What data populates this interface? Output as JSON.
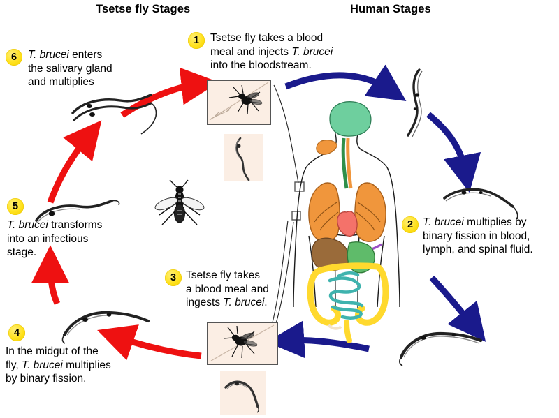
{
  "headers": {
    "tsetse": "Tsetse fly Stages",
    "human": "Human Stages"
  },
  "colors": {
    "badge_yellow": "#ffe11c",
    "fly_arrow_red": "#ee1111",
    "human_arrow_blue": "#1a1a8c",
    "photo_bg": "#fbeee4",
    "brain_green": "#6ecf9e",
    "lung_orange": "#f0963c",
    "heart_red": "#f4726a",
    "liver_brown": "#9a6b3a",
    "stomach_green": "#5fbb6a",
    "intestine_yellow": "#ffd92e",
    "intestine_teal": "#3fb3ae",
    "pancreas_purple": "#9b4fc4"
  },
  "steps": [
    {
      "number": "1",
      "side": "human",
      "lines": [
        [
          {
            "t": "Tsetse fly takes a blood",
            "i": false
          }
        ],
        [
          {
            "t": "meal and injects ",
            "i": false
          },
          {
            "t": "T. brucei",
            "i": true
          }
        ],
        [
          {
            "t": "into the bloodstream.",
            "i": false
          }
        ]
      ]
    },
    {
      "number": "2",
      "side": "human",
      "lines": [
        [
          {
            "t": "T. brucei",
            "i": true
          },
          {
            "t": " multiplies by",
            "i": false
          }
        ],
        [
          {
            "t": "binary fission in blood,",
            "i": false
          }
        ],
        [
          {
            "t": "lymph, and spinal fluid.",
            "i": false
          }
        ]
      ]
    },
    {
      "number": "3",
      "side": "tsetse",
      "lines": [
        [
          {
            "t": "Tsetse fly takes",
            "i": false
          }
        ],
        [
          {
            "t": "a blood meal and",
            "i": false
          }
        ],
        [
          {
            "t": "ingests ",
            "i": false
          },
          {
            "t": "T. brucei",
            "i": true
          },
          {
            "t": ".",
            "i": false
          }
        ]
      ]
    },
    {
      "number": "4",
      "side": "tsetse",
      "lines": [
        [
          {
            "t": "In the midgut of the",
            "i": false
          }
        ],
        [
          {
            "t": "fly, ",
            "i": false
          },
          {
            "t": "T. brucei",
            "i": true
          },
          {
            "t": " multiplies",
            "i": false
          }
        ],
        [
          {
            "t": "by binary fission.",
            "i": false
          }
        ]
      ]
    },
    {
      "number": "5",
      "side": "tsetse",
      "lines": [
        [
          {
            "t": "T. brucei",
            "i": true
          },
          {
            "t": " transforms",
            "i": false
          }
        ],
        [
          {
            "t": "into an infectious",
            "i": false
          }
        ],
        [
          {
            "t": "stage.",
            "i": false
          }
        ]
      ]
    },
    {
      "number": "6",
      "side": "tsetse",
      "lines": [
        [
          {
            "t": "T. brucei",
            "i": true
          },
          {
            "t": " enters",
            "i": false
          }
        ],
        [
          {
            "t": "the salivary gland",
            "i": false
          }
        ],
        [
          {
            "t": "and multiplies",
            "i": false
          }
        ]
      ]
    }
  ],
  "figures": {
    "photo_top_caption": "tsetse-fly-on-skin",
    "inset_top_caption": "trypomastigote",
    "photo_bottom_caption": "tsetse-fly-on-skin",
    "inset_bottom_caption": "epimastigote",
    "center_caption": "human-body-organs",
    "fly_caption": "tsetse-fly"
  }
}
